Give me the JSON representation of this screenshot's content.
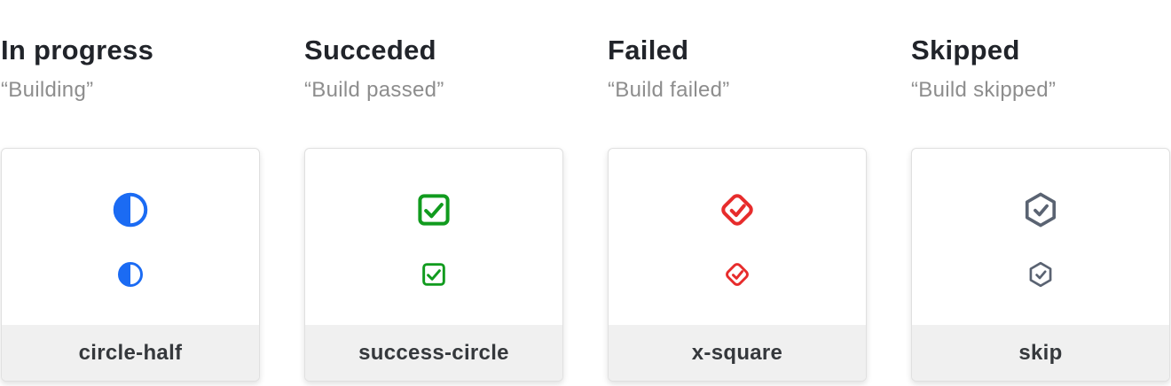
{
  "columns": [
    {
      "title": "In progress",
      "subtitle": "“Building”",
      "label": "circle-half",
      "icon": "circle-half-icon",
      "icon_color": "#1b6bf3"
    },
    {
      "title": "Succeded",
      "subtitle": "“Build passed”",
      "label": "success-circle",
      "icon": "check-square-icon",
      "icon_color": "#119b1e"
    },
    {
      "title": "Failed",
      "subtitle": "“Build failed”",
      "label": "x-square",
      "icon": "check-diamond-icon",
      "icon_color": "#e72c2c"
    },
    {
      "title": "Skipped",
      "subtitle": "“Build skipped”",
      "label": "skip",
      "icon": "check-hexagon-icon",
      "icon_color": "#5a6372"
    }
  ],
  "colors": {
    "heading": "#21242a",
    "subtitle_text": "#8d8d8d",
    "card_border": "#e0e0e0",
    "card_footer_bg": "#f0f0f0",
    "label_text": "#35383c",
    "page_bg": "#ffffff",
    "in_progress_blue": "#1b6bf3",
    "success_green": "#119b1e",
    "failed_red": "#e72c2c",
    "skipped_slate": "#5a6372"
  }
}
